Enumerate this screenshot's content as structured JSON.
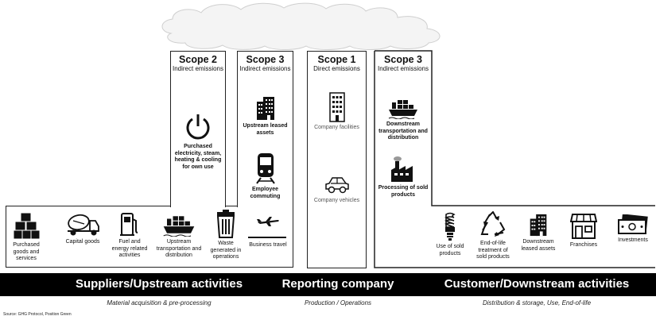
{
  "scopes": {
    "scope2": {
      "title": "Scope 2",
      "subtitle": "Indirect emissions"
    },
    "scope3_up": {
      "title": "Scope 3",
      "subtitle": "Indirect emissions"
    },
    "scope1": {
      "title": "Scope 1",
      "subtitle": "Direct emissions"
    },
    "scope3_down": {
      "title": "Scope 3",
      "subtitle": "Indirect emissions"
    }
  },
  "items": {
    "purchased_electricity": "Purchased electricity, steam, heating & cooling for own use",
    "upstream_leased": "Upstream leased assets",
    "employee_commuting": "Employee commuting",
    "company_facilities": "Company facilities",
    "company_vehicles": "Company vehicles",
    "downstream_transport": "Downstream transportation and distribution",
    "processing_sold": "Processing of sold products",
    "purchased_goods": "Purchased goods and services",
    "capital_goods": "Capital goods",
    "fuel_energy": "Fuel and energy related activities",
    "upstream_transport": "Upstream transportation and distribution",
    "waste": "Waste generated in operations",
    "business_travel": "Business travel",
    "use_sold": "Use of sold products",
    "end_of_life": "End-of-life treatment of sold products",
    "downstream_leased": "Downstream leased assets",
    "franchises": "Franchises",
    "investments": "Investments"
  },
  "bars": {
    "suppliers": "Suppliers/Upstream activities",
    "reporting": "Reporting company",
    "customer": "Customer/Downstream activities"
  },
  "subs": {
    "suppliers": "Material acquisition & pre-processing",
    "reporting": "Production / Operations",
    "customer": "Distribution & storage, Use, End-of-life"
  },
  "source": "Source: GHG Protocol, Position Green"
}
